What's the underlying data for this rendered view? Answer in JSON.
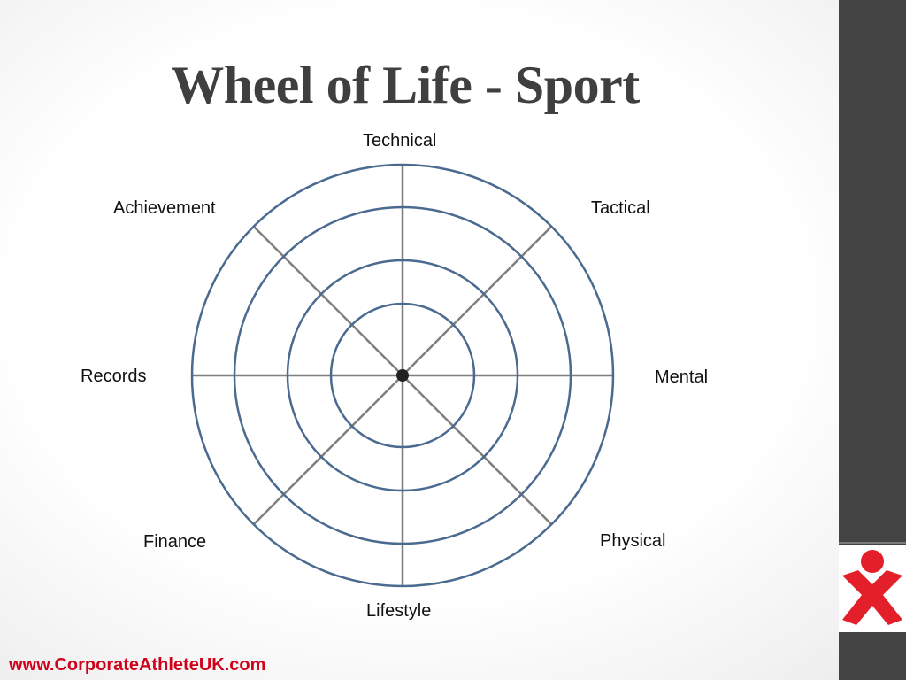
{
  "slide": {
    "title": "Wheel of Life - Sport",
    "footer_url": "www.CorporateAthleteUK.com"
  },
  "wheel": {
    "segments": [
      "Technical",
      "Tactical",
      "Mental",
      "Physical",
      "Lifestyle",
      "Finance",
      "Records",
      "Achievement"
    ],
    "ring_count": 4,
    "spoke_count": 8
  },
  "colors": {
    "title": "#3f3f3f",
    "ring": "#4a6a90",
    "spoke": "#7f7f7f",
    "sidebar": "#434343",
    "footer": "#d0021b",
    "logo": "#e3202a"
  },
  "logo": {
    "icon": "figure-x-logo-icon"
  }
}
